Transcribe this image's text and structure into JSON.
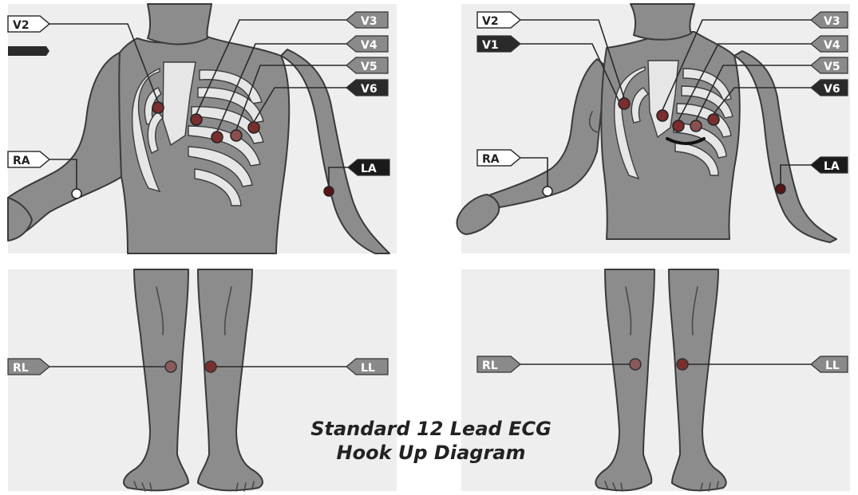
{
  "title": {
    "line1": "Standard 12 Lead ECG",
    "line2": "Hook Up Diagram"
  },
  "colors": {
    "panel": "#eeeeee",
    "skin": "#8c8c8c",
    "outline": "#3a3a3a",
    "tag_gray": "#8a8a8a",
    "tag_dark": "#2a2a2a",
    "tag_white": "#ffffff",
    "electrode_dark": "#7a2e2e",
    "electrode_light": "#ffffff"
  },
  "panels": {
    "male_torso": {
      "leads": [
        "V2",
        "V3",
        "V4",
        "V5",
        "V6",
        "RA",
        "LA"
      ]
    },
    "female_torso": {
      "leads": [
        "V2",
        "V1",
        "V3",
        "V4",
        "V5",
        "V6",
        "RA",
        "LA"
      ]
    },
    "male_legs": {
      "leads": [
        "RL",
        "LL"
      ]
    },
    "female_legs": {
      "leads": [
        "RL",
        "LL"
      ]
    }
  },
  "tags": {
    "male": {
      "v2": "V2",
      "v3": "V3",
      "v4": "V4",
      "v5": "V5",
      "v6": "V6",
      "ra": "RA",
      "la": "LA",
      "rl": "RL",
      "ll": "LL"
    },
    "female": {
      "v2": "V2",
      "v1": "V1",
      "v3": "V3",
      "v4": "V4",
      "v5": "V5",
      "v6": "V6",
      "ra": "RA",
      "la": "LA",
      "rl": "RL",
      "ll": "LL"
    }
  }
}
